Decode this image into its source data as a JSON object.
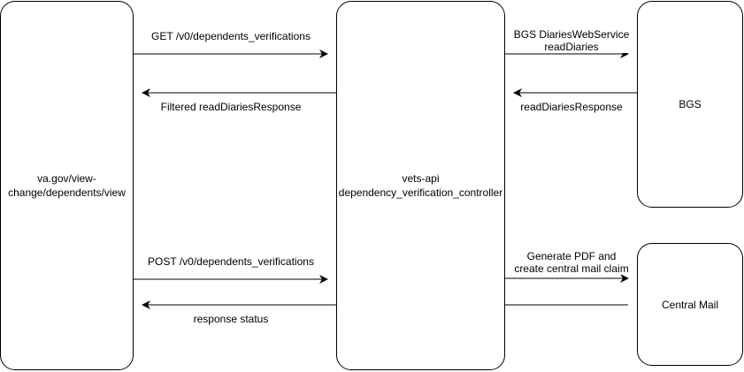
{
  "nodes": {
    "web": {
      "lines": [
        "va.gov/view-",
        "change/dependents/view"
      ]
    },
    "api": {
      "lines": [
        "vets-api",
        "dependency_verification_controller"
      ]
    },
    "bgs": {
      "lines": [
        "BGS"
      ]
    },
    "central_mail": {
      "lines": [
        "Central Mail"
      ]
    }
  },
  "edges": {
    "get_request": {
      "lines": [
        "GET /v0/dependents_verifications"
      ]
    },
    "filtered_response": {
      "lines": [
        "Filtered readDiariesResponse"
      ]
    },
    "bgs_call": {
      "lines": [
        "BGS DiariesWebService",
        "readDiaries"
      ]
    },
    "bgs_response": {
      "lines": [
        "readDiariesResponse"
      ]
    },
    "post_request": {
      "lines": [
        "POST /v0/dependents_verifications"
      ]
    },
    "response_status": {
      "lines": [
        "response status"
      ]
    },
    "central_mail_call": {
      "lines": [
        "Generate PDF and",
        "create central mail claim"
      ]
    }
  },
  "colors": {
    "stroke": "#000000",
    "background": "#ffffff"
  }
}
